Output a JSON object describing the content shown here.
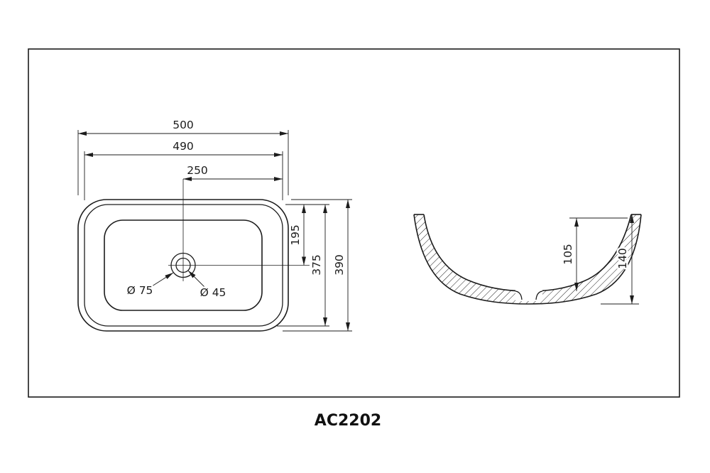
{
  "title_block": {
    "model": "AC2202"
  },
  "top_view": {
    "overall_width": "500",
    "inner_width": "490",
    "drain_offset_x": "250",
    "drain_offset_y": "195",
    "inner_depth": "375",
    "overall_depth": "390",
    "drain_outer_diameter": "Ø 75",
    "drain_inner_diameter": "Ø 45"
  },
  "side_view": {
    "inner_height": "105",
    "overall_height": "140"
  },
  "colors": {
    "line": "#1c1c1c",
    "background": "#ffffff"
  }
}
